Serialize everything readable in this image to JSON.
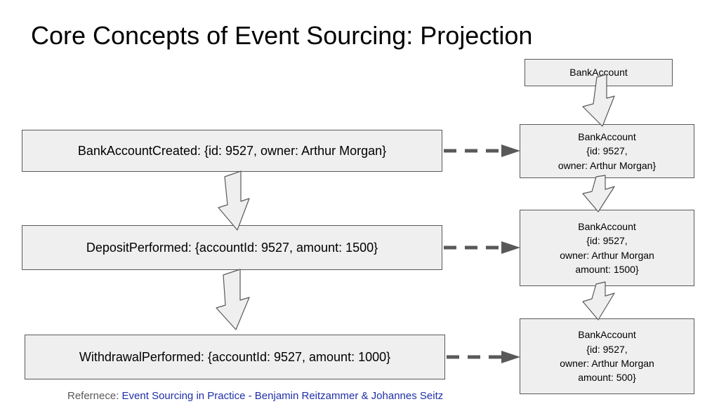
{
  "title": "Core Concepts of Event Sourcing: Projection",
  "events": [
    {
      "label": "BankAccountCreated: {id: 9527, owner: Arthur Morgan}"
    },
    {
      "label": "DepositPerformed: {accountId: 9527, amount: 1500}"
    },
    {
      "label": "WithdrawalPerformed: {accountId: 9527, amount: 1000}"
    }
  ],
  "states": [
    {
      "lines": [
        "BankAccount"
      ]
    },
    {
      "lines": [
        "BankAccount",
        "{id: 9527,",
        "owner: Arthur Morgan}"
      ]
    },
    {
      "lines": [
        "BankAccount",
        "{id: 9527,",
        "owner: Arthur Morgan",
        "amount: 1500}"
      ]
    },
    {
      "lines": [
        "BankAccount",
        "{id: 9527,",
        "owner: Arthur Morgan",
        "amount: 500}"
      ]
    }
  ],
  "reference": {
    "label": "Refernece: ",
    "link_text": "Event Sourcing in Practice - Benjamin Reitzammer & Johannes Seitz"
  },
  "colors": {
    "box_fill": "#efefef",
    "box_stroke": "#595959",
    "dashed_arrow": "#595959",
    "link": "#1f2fa8"
  }
}
